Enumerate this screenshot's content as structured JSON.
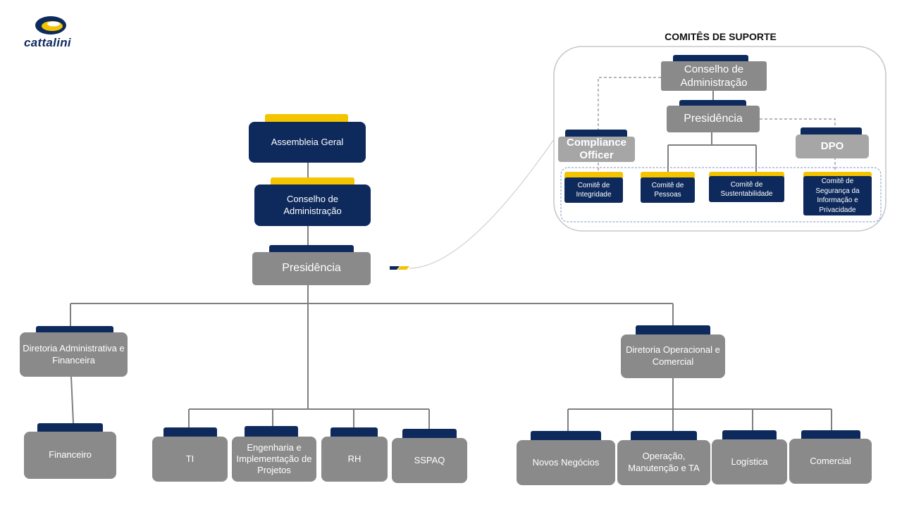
{
  "brand": {
    "logo_text": "cattalini"
  },
  "support_committees": {
    "title": "COMITÊS DE SUPORTE",
    "conselho": "Conselho de Administração",
    "presidencia": "Presidência",
    "compliance": "Compliance Officer",
    "dpo": "DPO",
    "committees": [
      "Comitê de Integridade",
      "Comitê de Pessoas",
      "Comitê de Sustentabilidade",
      "Comitê de Segurança da Informação e Privacidade"
    ]
  },
  "org": {
    "assembleia": "Assembleia Geral",
    "conselho": "Conselho de Administração",
    "presidencia": "Presidência",
    "dir_admin": "Diretoria Administrativa e Financeira",
    "dir_oper": "Diretoria Operacional e Comercial",
    "financeiro": "Financeiro",
    "ti": "TI",
    "engenharia": "Engenharia e Implementação de Projetos",
    "rh": "RH",
    "sspaq": "SSPAQ",
    "novos_negocios": "Novos Negócios",
    "operacao": "Operação, Manutenção e TA",
    "logistica": "Logística",
    "comercial": "Comercial"
  }
}
